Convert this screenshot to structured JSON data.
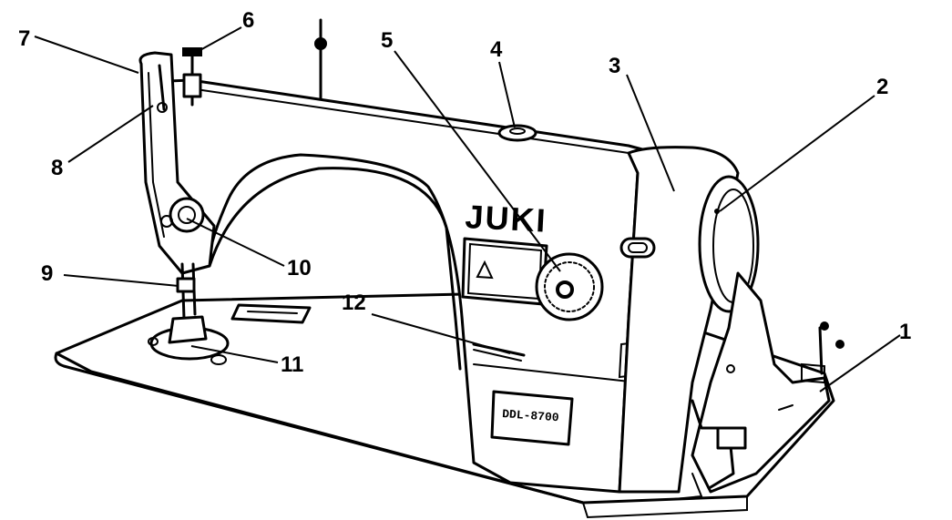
{
  "brand_logo": "JUKI",
  "model_plate": "DDL-8700",
  "warning_symbol": "warning-triangle-icon",
  "callouts": [
    {
      "id": "c1",
      "label": "1"
    },
    {
      "id": "c2",
      "label": "2"
    },
    {
      "id": "c3",
      "label": "3"
    },
    {
      "id": "c4",
      "label": "4"
    },
    {
      "id": "c5",
      "label": "5"
    },
    {
      "id": "c6",
      "label": "6"
    },
    {
      "id": "c7",
      "label": "7"
    },
    {
      "id": "c8",
      "label": "8"
    },
    {
      "id": "c9",
      "label": "9"
    },
    {
      "id": "c10",
      "label": "10"
    },
    {
      "id": "c11",
      "label": "11"
    },
    {
      "id": "c12",
      "label": "12"
    }
  ]
}
